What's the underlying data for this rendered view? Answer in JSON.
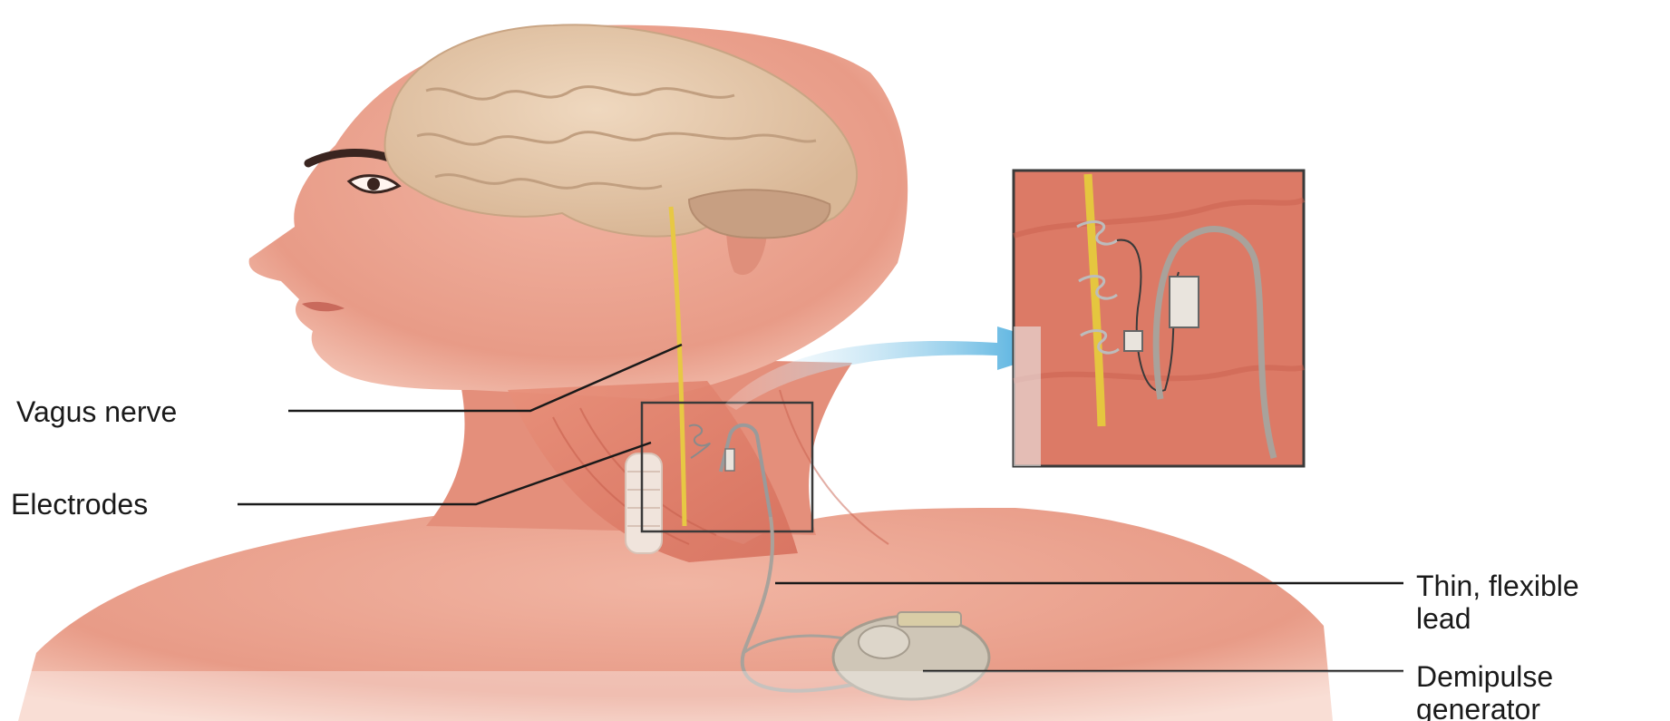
{
  "labels": {
    "vagus_nerve": "Vagus nerve",
    "electrodes": "Electrodes",
    "lead_line1": "Thin, flexible",
    "lead_line2": "lead",
    "generator_line1": "Demipulse",
    "generator_line2": "generator"
  },
  "colors": {
    "skin": "#eba38f",
    "muscle": "#df7d68",
    "brain": "#e6cbb0",
    "nerve": "#e9cb47",
    "device": "#cfc6b7",
    "arrow": "#36a6da",
    "leader_line": "#1a1a1a"
  }
}
